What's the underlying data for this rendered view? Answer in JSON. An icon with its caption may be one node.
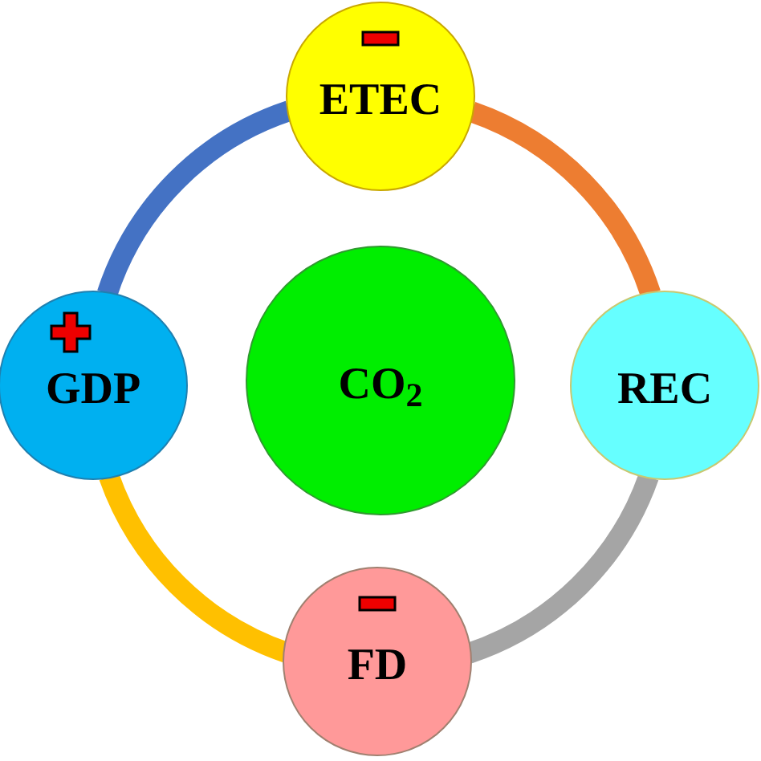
{
  "diagram": {
    "nodes": [
      {
        "text": [
          "ETEC"
        ]
      },
      {
        "text": [
          "GDP"
        ]
      },
      {
        "text": [
          "CO$_{2}$"
        ]
      },
      {
        "text": [
          "REC"
        ]
      },
      {
        "text": [
          "FD"
        ]
      }
    ],
    "edges": [
      {
        "from": 1,
        "to": 0,
        "arrow": "none",
        "color": "#4472c4"
      },
      {
        "from": 0,
        "to": 3,
        "arrow": "none",
        "color": "#ed7d31"
      },
      {
        "from": 3,
        "to": 4,
        "arrow": "none",
        "color": "#a5a5a5"
      },
      {
        "from": 4,
        "to": 1,
        "arrow": "none",
        "color": "#ffc000"
      }
    ]
  }
}
